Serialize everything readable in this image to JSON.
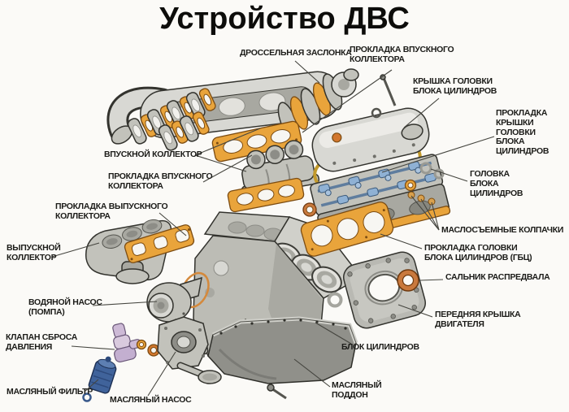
{
  "title": "Устройство ДВС",
  "labels": {
    "throttle": "ДРОССЕЛЬНАЯ ЗАСЛОНКА",
    "intake_gasket_top": "ПРОКЛАДКА ВПУСКНОГО\nКОЛЛЕКТОРА",
    "valve_cover": "КРЫШКА ГОЛОВКИ\nБЛОКА ЦИЛИНДРОВ",
    "valve_cover_gasket": "ПРОКЛАДКА\nКРЫШКИ\nГОЛОВКИ\nБЛОКА\nЦИЛИНДРОВ",
    "intake_manifold": "ВПУСКНОЙ КОЛЛЕКТОР",
    "intake_gasket_left": "ПРОКЛАДКА ВПУСКНОГО\nКОЛЛЕКТОРА",
    "exhaust_gasket": "ПРОКЛАДКА ВЫПУСКНОГО\nКОЛЛЕКТОРА",
    "exhaust_manifold": "ВЫПУСКНОЙ\nКОЛЛЕКТОР",
    "head": "ГОЛОВКА\nБЛОКА\nЦИЛИНДРОВ",
    "valve_seals": "МАСЛОСЪЕМНЫЕ КОЛПАЧКИ",
    "head_gasket": "ПРОКЛАДКА ГОЛОВКИ\nБЛОКА ЦИЛИНДРОВ (ГБЦ)",
    "cam_seal": "САЛЬНИК РАСПРЕДВАЛА",
    "front_cover": "ПЕРЕДНЯЯ КРЫШКА ДВИГАТЕЛЯ",
    "water_pump": "ВОДЯНОЙ НАСОС\n(ПОМПА)",
    "relief_valve": "КЛАПАН СБРОСА\nДАВЛЕНИЯ",
    "oil_filter": "МАСЛЯНЫЙ ФИЛЬТР",
    "oil_pump": "МАСЛЯНЫЙ НАСОС",
    "block": "БЛОК ЦИЛИНДРОВ",
    "oil_pan": "МАСЛЯНЫЙ\nПОДДОН"
  },
  "colors": {
    "background": "#FBFAF7",
    "text": "#1C1C19",
    "gasket_orange": "#E9A43B",
    "copper_seal": "#C9793D",
    "metal_light": "#D8D8D3",
    "metal_dark": "#8D8D87",
    "rocker_blue": "#8FB1D4",
    "oil_filter_blue": "#40639B",
    "relief_valve_lavender": "#C9B6D3",
    "oil_pan_gray": "#90908A",
    "leader_line": "#45453F"
  }
}
